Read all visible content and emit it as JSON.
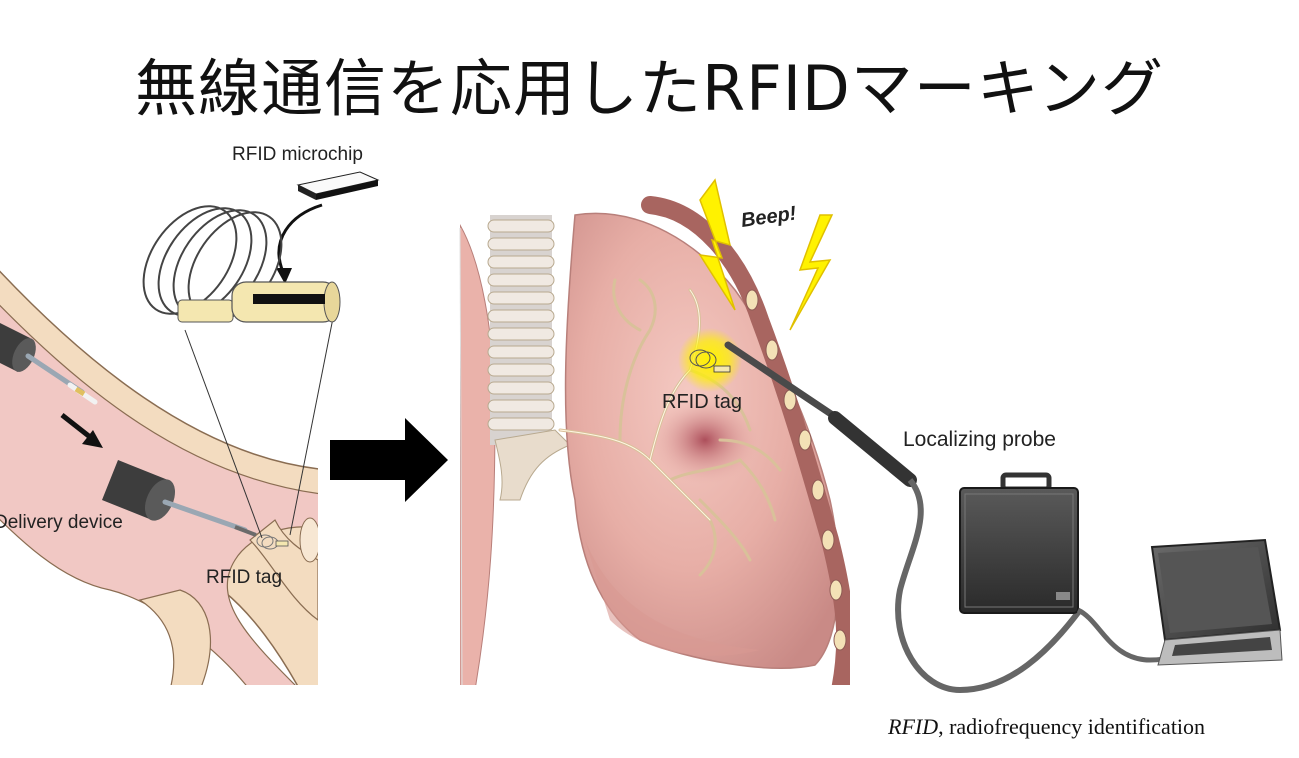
{
  "title": "無線通信を応用したRFIDマーキング",
  "left_panel": {
    "microchip_label": "RFID microchip",
    "delivery_label": "Delivery device",
    "tag_label": "RFID tag"
  },
  "right_panel": {
    "beep_label": "Beep!",
    "tag_label": "RFID tag",
    "probe_label": "Localizing probe"
  },
  "caption": {
    "abbr": "RFID",
    "text": ", radiofrequency identification"
  },
  "colors": {
    "airway_wall": "#f3dcc0",
    "airway_lumen": "#f1c8c4",
    "lung": "#e9b3ac",
    "flash": "#fff200",
    "device": "#4a4a4a"
  }
}
